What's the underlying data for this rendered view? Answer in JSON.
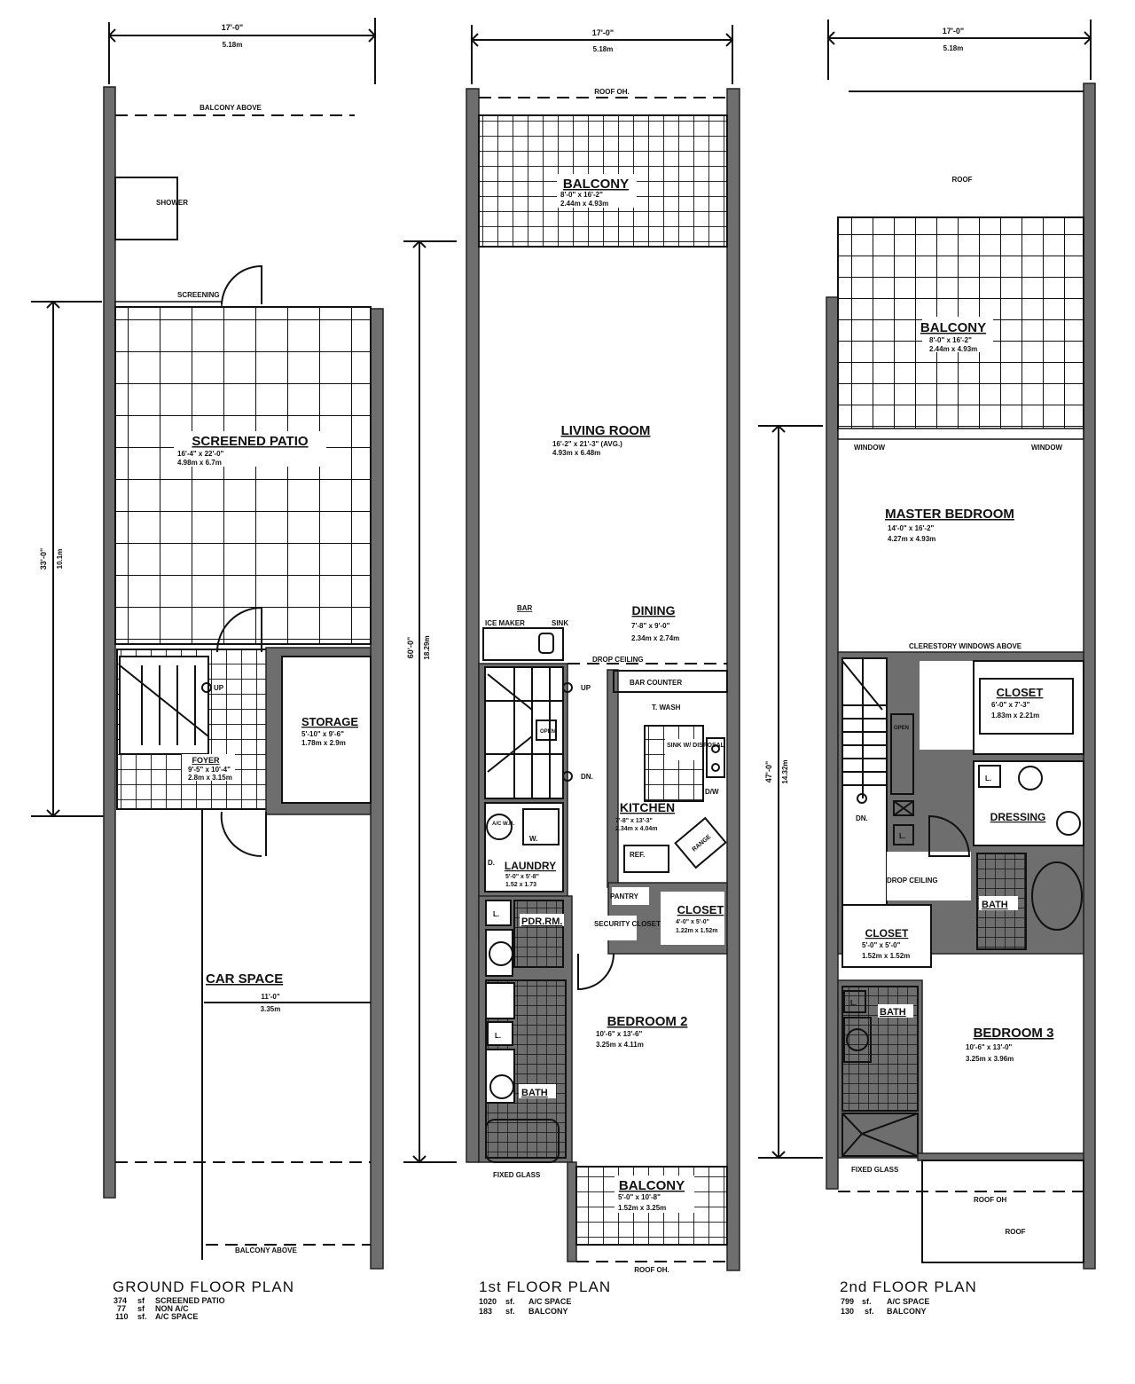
{
  "plans": [
    {
      "id": "ground",
      "title": "GROUND FLOOR PLAN",
      "stats": [
        {
          "value": "374",
          "unit": "sf",
          "label": "SCREENED PATIO"
        },
        {
          "value": "77",
          "unit": "sf",
          "label": "NON A/C"
        },
        {
          "value": "110",
          "unit": "sf.",
          "label": "A/C SPACE"
        }
      ],
      "width_dim": {
        "imperial": "17'-0\"",
        "metric": "5.18m"
      },
      "height_dim": {
        "imperial": "33'-0\"",
        "metric": "10.1m"
      },
      "notes": [
        "BALCONY ABOVE",
        "SHOWER",
        "SCREENING",
        "UP",
        "BALCONY ABOVE"
      ],
      "rooms": [
        {
          "name": "SCREENED PATIO",
          "dims": "16'-4\" x 22'-0\"",
          "metric": "4.98m x 6.7m"
        },
        {
          "name": "STORAGE",
          "dims": "5'-10\" x 9'-6\"",
          "metric": "1.78m x 2.9m"
        },
        {
          "name": "FOYER",
          "dims": "9'-5\" x 10'-4\"",
          "metric": "2.8m x 3.15m"
        },
        {
          "name": "CAR SPACE",
          "dims": "11'-0\"",
          "metric": "3.35m"
        }
      ]
    },
    {
      "id": "first",
      "title": "1st FLOOR PLAN",
      "stats": [
        {
          "value": "1020",
          "unit": "sf.",
          "label": "A/C SPACE"
        },
        {
          "value": "183",
          "unit": "sf.",
          "label": "BALCONY"
        }
      ],
      "width_dim": {
        "imperial": "17'-0\"",
        "metric": "5.18m"
      },
      "height_dim": {
        "imperial": "60'-0\"",
        "metric": "18.29m"
      },
      "notes": [
        "ROOF OH.",
        "BAR",
        "ICE MAKER",
        "SINK",
        "DROP CEILING",
        "BAR COUNTER",
        "T. WASH",
        "SINK W/ DISPOSAL",
        "D/W",
        "OPEN",
        "UP",
        "DN.",
        "A/C W.H.",
        "W.",
        "D.",
        "REF.",
        "RANGE",
        "PANTRY",
        "SECURITY CLOSET",
        "L.",
        "FIXED GLASS",
        "ROOF OH."
      ],
      "rooms": [
        {
          "name": "BALCONY",
          "dims": "8'-0\" x 16'-2\"",
          "metric": "2.44m x 4.93m"
        },
        {
          "name": "LIVING ROOM",
          "dims": "16'-2\" x 21'-3\" (AVG.)",
          "metric": "4.93m x 6.48m"
        },
        {
          "name": "DINING",
          "dims": "7'-8\" x 9'-0\"",
          "metric": "2.34m x 2.74m"
        },
        {
          "name": "KITCHEN",
          "dims": "7'-8\" x 13'-3\"",
          "metric": "2.34m x 4.04m"
        },
        {
          "name": "LAUNDRY",
          "dims": "5'-0\" x 5'-8\"",
          "metric": "1.52 x 1.73"
        },
        {
          "name": "PDR.RM.",
          "dims": "",
          "metric": ""
        },
        {
          "name": "CLOSET",
          "dims": "4'-0\" x 5'-0\"",
          "metric": "1.22m x 1.52m"
        },
        {
          "name": "BEDROOM 2",
          "dims": "10'-6\" x 13'-6\"",
          "metric": "3.25m x 4.11m"
        },
        {
          "name": "BATH",
          "dims": "",
          "metric": ""
        },
        {
          "name": "BALCONY",
          "dims": "5'-0\" x 10'-8\"",
          "metric": "1.52m x 3.25m"
        }
      ]
    },
    {
      "id": "second",
      "title": "2nd FLOOR PLAN",
      "stats": [
        {
          "value": "799",
          "unit": "sf.",
          "label": "A/C SPACE"
        },
        {
          "value": "130",
          "unit": "sf.",
          "label": "BALCONY"
        }
      ],
      "width_dim": {
        "imperial": "17'-0\"",
        "metric": "5.18m"
      },
      "height_dim": {
        "imperial": "47'-0\"",
        "metric": "14.32m"
      },
      "notes": [
        "ROOF",
        "WINDOW",
        "WINDOW",
        "CLERESTORY WINDOWS ABOVE",
        "OPEN",
        "DN.",
        "L.",
        "DROP CEILING",
        "FIXED GLASS",
        "ROOF OH",
        "ROOF"
      ],
      "rooms": [
        {
          "name": "BALCONY",
          "dims": "8'-0\" x 16'-2\"",
          "metric": "2.44m x 4.93m"
        },
        {
          "name": "MASTER BEDROOM",
          "dims": "14'-0\" x 16'-2\"",
          "metric": "4.27m x 4.93m"
        },
        {
          "name": "CLOSET",
          "dims": "6'-0\" x 7'-3\"",
          "metric": "1.83m x 2.21m"
        },
        {
          "name": "DRESSING",
          "dims": "",
          "metric": ""
        },
        {
          "name": "BATH",
          "dims": "",
          "metric": ""
        },
        {
          "name": "CLOSET",
          "dims": "5'-0\" x 5'-0\"",
          "metric": "1.52m x 1.52m"
        },
        {
          "name": "BATH",
          "dims": "",
          "metric": ""
        },
        {
          "name": "BEDROOM 3",
          "dims": "10'-6\" x 13'-0\"",
          "metric": "3.25m x 3.96m"
        }
      ]
    }
  ]
}
